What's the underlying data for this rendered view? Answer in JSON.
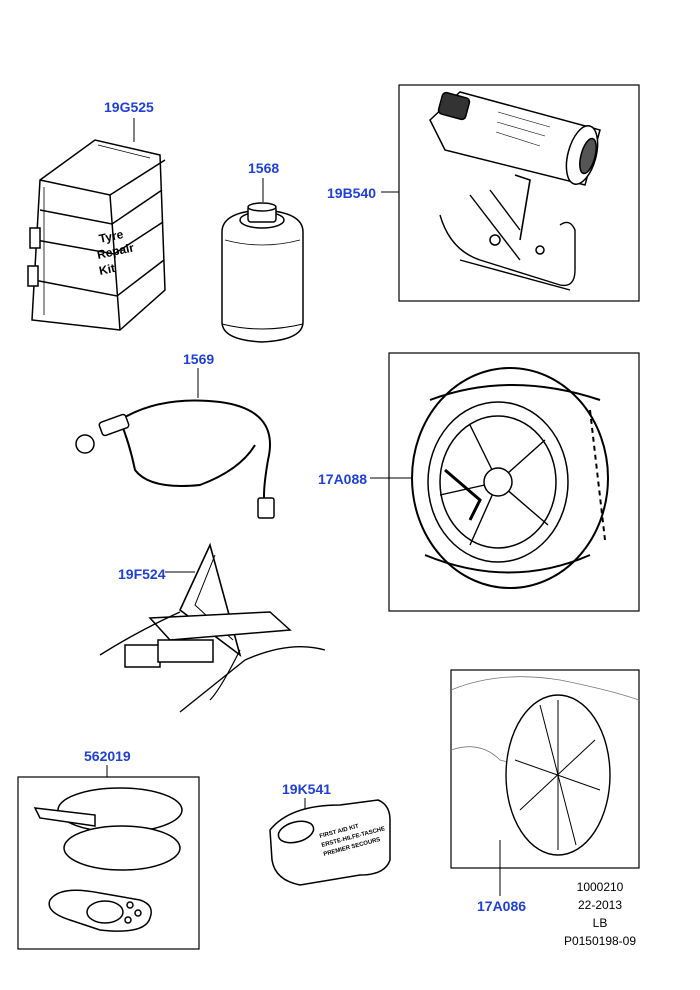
{
  "parts": {
    "tyre_repair_kit_case": {
      "number": "19G525",
      "case_text": [
        "Tyre",
        "Repair",
        "Kit"
      ]
    },
    "sealant_bottle": {
      "number": "1568"
    },
    "sealant_canister_with_bracket": {
      "number": "19B540"
    },
    "inflator_hose": {
      "number": "1569"
    },
    "snow_chain_wheel": {
      "number": "17A088"
    },
    "warning_triangle": {
      "number": "19F524"
    },
    "comfort_pillows_and_remote": {
      "number": "562019"
    },
    "first_aid_kit": {
      "number": "19K541",
      "pouch_text": [
        "FIRST AID KIT",
        "ERSTE-HILFE-TASCHE",
        "PREMIER SECOURS"
      ]
    },
    "wheel_sock": {
      "number": "17A086"
    }
  },
  "meta": {
    "line1": "1000210",
    "line2": "22-2013",
    "line3": "LB",
    "line4": "P0150198-09"
  },
  "colors": {
    "label": "#1f3fd6",
    "line": "#000000"
  }
}
